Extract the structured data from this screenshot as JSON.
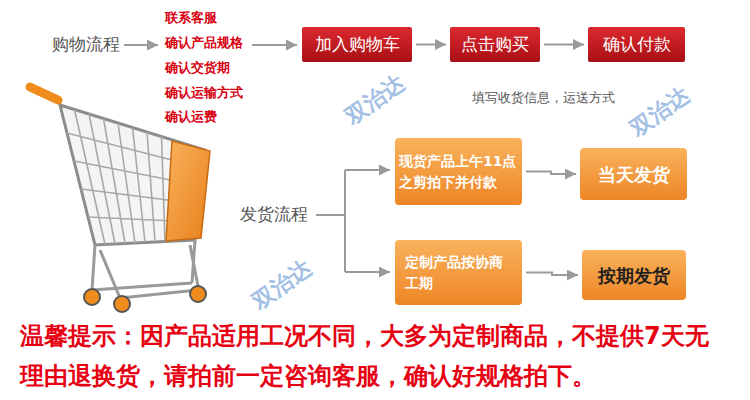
{
  "diagram": {
    "nodes": [
      {
        "text": [
          "加入购物车"
        ]
      },
      {
        "text": [
          "点击购买"
        ]
      },
      {
        "text": [
          "确认付款"
        ]
      },
      {
        "text": [
          "现货产品上午11点之剪拍下并付款"
        ]
      },
      {
        "text": [
          "当天发货"
        ]
      },
      {
        "text": [
          "定制产品按协商工期"
        ]
      },
      {
        "text": [
          "按期发货"
        ]
      }
    ],
    "edges": [
      {
        "from": 0,
        "to": 1,
        "arrow": "to"
      },
      {
        "from": 1,
        "to": 2,
        "arrow": "to"
      },
      {
        "from": 3,
        "to": 4,
        "arrow": "to"
      },
      {
        "from": 5,
        "to": 6,
        "arrow": "to"
      }
    ],
    "labels": [
      "购物流程",
      "联系客服",
      "确认产品规格",
      "确认交货期",
      "确认运输方式",
      "确认运费",
      "填写收货信息，运送方式",
      "发货流程",
      "温馨提示：因产品适用工况不同，大多为定制商品，不提供7天无理由退换货，请拍前一定咨询客服，确认好规格拍下。",
      "双治达",
      "双治达",
      "双治达"
    ]
  }
}
